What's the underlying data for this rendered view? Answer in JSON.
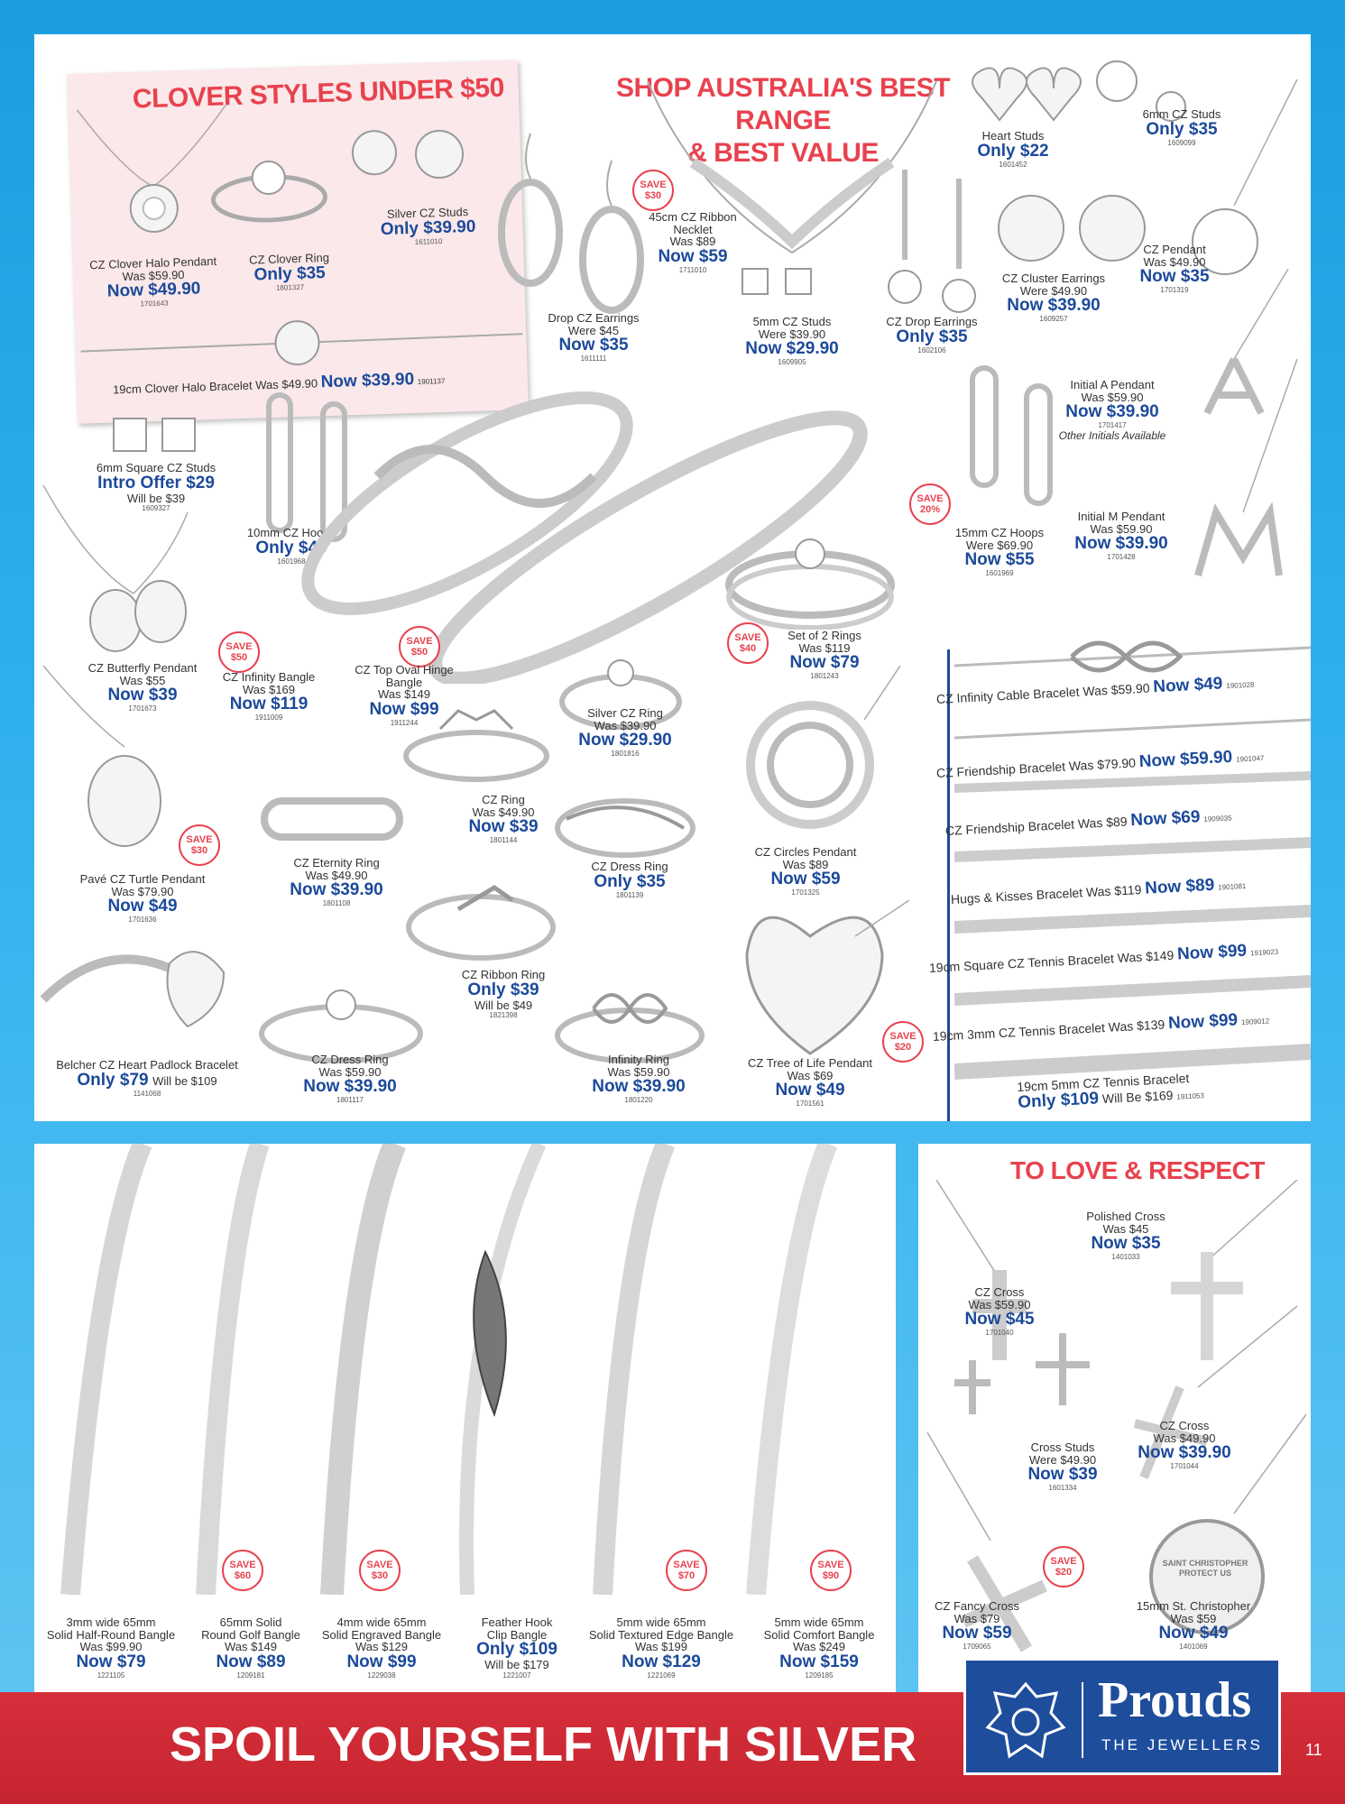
{
  "headline": {
    "line1": "SHOP AUSTRALIA'S BEST RANGE",
    "line2": "& BEST VALUE"
  },
  "clover": {
    "title": "CLOVER STYLES UNDER $50",
    "items": [
      {
        "name": "CZ Clover Halo Pendant",
        "was": "Was $59.90",
        "price": "Now $49.90",
        "sku": "1701643"
      },
      {
        "name": "CZ Clover Ring",
        "price": "Only $35",
        "sku": "1801327"
      },
      {
        "name": "Silver CZ Studs",
        "price": "Only $39.90",
        "sku": "1611010"
      }
    ],
    "bracelet": {
      "name": "19cm Clover Halo Bracelet Was $49.90",
      "price": "Now $39.90",
      "sku": "1901137"
    }
  },
  "items": {
    "heart_studs": {
      "name": "Heart Studs",
      "price": "Only $22",
      "sku": "1601452"
    },
    "cz_studs_6mm": {
      "name": "6mm CZ Studs",
      "price": "Only $35",
      "sku": "1609099"
    },
    "drop_cz_earrings": {
      "name": "Drop CZ Earrings",
      "was": "Were $45",
      "price": "Now $35",
      "sku": "1611111"
    },
    "ribbon_necklet": {
      "name": "45cm CZ Ribbon Necklet",
      "was": "Was $89",
      "price": "Now $59",
      "sku": "1711010"
    },
    "studs_5mm": {
      "name": "5mm CZ Studs",
      "was": "Were $39.90",
      "price": "Now $29.90",
      "sku": "1609905"
    },
    "cz_drop_earrings": {
      "name": "CZ Drop Earrings",
      "price": "Only $35",
      "sku": "1602106"
    },
    "cluster_earrings": {
      "name": "CZ Cluster Earrings",
      "was": "Were $49.90",
      "price": "Now $39.90",
      "sku": "1609257"
    },
    "cz_pendant": {
      "name": "CZ Pendant",
      "was": "Was $49.90",
      "price": "Now $35",
      "sku": "1701319"
    },
    "initial_a": {
      "name": "Initial A Pendant",
      "was": "Was $59.90",
      "price": "Now $39.90",
      "sku": "1701417",
      "note": "Other Initials Available"
    },
    "square_studs": {
      "name": "6mm Square CZ Studs",
      "price": "Intro Offer $29",
      "will": "Will be $39",
      "sku": "1609327"
    },
    "hoops_10mm": {
      "name": "10mm CZ Hoops",
      "price": "Only $40",
      "sku": "1601968"
    },
    "hoops_15mm": {
      "name": "15mm CZ Hoops",
      "was": "Were $69.90",
      "price": "Now $55",
      "sku": "1601969"
    },
    "initial_m": {
      "name": "Initial M Pendant",
      "was": "Was $59.90",
      "price": "Now $39.90",
      "sku": "1701428"
    },
    "butterfly": {
      "name": "CZ Butterfly Pendant",
      "was": "Was $55",
      "price": "Now $39",
      "sku": "1701673"
    },
    "infinity_bangle": {
      "name": "CZ Infinity Bangle",
      "was": "Was $169",
      "price": "Now $119",
      "sku": "1911009"
    },
    "oval_bangle": {
      "name": "CZ Top Oval Hinge Bangle",
      "was": "Was $149",
      "price": "Now $99",
      "sku": "1911244"
    },
    "silver_cz_ring": {
      "name": "Silver CZ Ring",
      "was": "Was $39.90",
      "price": "Now $29.90",
      "sku": "1801816"
    },
    "set_rings": {
      "name": "Set of 2 Rings",
      "was": "Was $119",
      "price": "Now $79",
      "sku": "1801243"
    },
    "turtle": {
      "name": "Pavé CZ Turtle Pendant",
      "was": "Was $79.90",
      "price": "Now $49",
      "sku": "1701636"
    },
    "eternity_ring": {
      "name": "CZ Eternity Ring",
      "was": "Was $49.90",
      "price": "Now $39.90",
      "sku": "1801108"
    },
    "cz_ring": {
      "name": "CZ Ring",
      "was": "Was $49.90",
      "price": "Now $39",
      "sku": "1801144"
    },
    "dress_ring_1": {
      "name": "CZ Dress Ring",
      "price": "Only $35",
      "sku": "1801139"
    },
    "circles_pendant": {
      "name": "CZ Circles Pendant",
      "was": "Was $89",
      "price": "Now $59",
      "sku": "1701325"
    },
    "ribbon_ring": {
      "name": "CZ Ribbon Ring",
      "price": "Only $39",
      "will": "Will be $49",
      "sku": "1821398"
    },
    "belcher": {
      "name": "Belcher CZ Heart Padlock Bracelet",
      "price": "Only $79",
      "will": "Will be $109",
      "sku": "1141068"
    },
    "dress_ring_2": {
      "name": "CZ Dress Ring",
      "was": "Was $59.90",
      "price": "Now $39.90",
      "sku": "1801117"
    },
    "infinity_ring": {
      "name": "Infinity Ring",
      "was": "Was $59.90",
      "price": "Now $39.90",
      "sku": "1801220"
    },
    "tree_of_life": {
      "name": "CZ Tree of Life Pendant",
      "was": "Was $69",
      "price": "Now $49",
      "sku": "1701561"
    }
  },
  "saves": {
    "necklet": "SAVE $30",
    "hoops": "SAVE 20%",
    "infinity_bangle": "SAVE $50",
    "oval_bangle": "SAVE $50",
    "set_rings": "SAVE $40",
    "turtle": "SAVE $30",
    "tree": "SAVE $20"
  },
  "bracelets": [
    {
      "name": "CZ Infinity Cable Bracelet Was $59.90",
      "price": "Now $49",
      "sku": "1901028"
    },
    {
      "name": "CZ Friendship Bracelet Was $79.90",
      "price": "Now $59.90",
      "sku": "1901047"
    },
    {
      "name": "CZ Friendship Bracelet Was $89",
      "price": "Now $69",
      "sku": "1909035"
    },
    {
      "name": "Hugs & Kisses Bracelet Was $119",
      "price": "Now $89",
      "sku": "1901081"
    },
    {
      "name": "19cm Square CZ Tennis Bracelet Was $149",
      "price": "Now $99",
      "sku": "1919023"
    },
    {
      "name": "19cm 3mm CZ Tennis Bracelet Was $139",
      "price": "Now $99",
      "sku": "1909012"
    },
    {
      "name": "19cm 5mm CZ Tennis Bracelet",
      "price": "Only $109",
      "will": "Will Be $169",
      "sku": "1911053"
    }
  ],
  "bangles": [
    {
      "name1": "3mm wide 65mm",
      "name2": "Solid Half-Round Bangle",
      "was": "Was $99.90",
      "price": "Now $79",
      "sku": "1221105"
    },
    {
      "name1": "65mm Solid",
      "name2": "Round Golf Bangle",
      "was": "Was $149",
      "price": "Now $89",
      "sku": "1209181",
      "save": "SAVE $60"
    },
    {
      "name1": "4mm wide 65mm",
      "name2": "Solid Engraved Bangle",
      "was": "Was $129",
      "price": "Now $99",
      "sku": "1229038",
      "save": "SAVE $30"
    },
    {
      "name1": "Feather Hook",
      "name2": "Clip Bangle",
      "price": "Only $109",
      "will": "Will be $179",
      "sku": "1221007"
    },
    {
      "name1": "5mm wide 65mm",
      "name2": "Solid Textured Edge Bangle",
      "was": "Was $199",
      "price": "Now $129",
      "sku": "1221069",
      "save": "SAVE $70"
    },
    {
      "name1": "5mm wide 65mm",
      "name2": "Solid Comfort Bangle",
      "was": "Was $249",
      "price": "Now $159",
      "sku": "1209185",
      "save": "SAVE $90"
    }
  ],
  "love": {
    "title": "TO LOVE & RESPECT",
    "polished_cross": {
      "name": "Polished Cross",
      "was": "Was $45",
      "price": "Now $35",
      "sku": "1401033"
    },
    "cz_cross_1": {
      "name": "CZ Cross",
      "was": "Was $59.90",
      "price": "Now $45",
      "sku": "1701040"
    },
    "cross_studs": {
      "name": "Cross Studs",
      "was": "Were $49.90",
      "price": "Now $39",
      "sku": "1601334"
    },
    "cz_cross_2": {
      "name": "CZ Cross",
      "was": "Was $49.90",
      "price": "Now $39.90",
      "sku": "1701044"
    },
    "fancy_cross": {
      "name": "CZ Fancy Cross",
      "was": "Was $79",
      "price": "Now $59",
      "sku": "1709065"
    },
    "st_christopher": {
      "name": "15mm St. Christopher",
      "was": "Was $59",
      "price": "Now $49",
      "sku": "1401069"
    },
    "save": "SAVE $20",
    "medal_text": "SAINT CHRISTOPHER PROTECT US"
  },
  "banner": {
    "text": "SPOIL YOURSELF WITH SILVER"
  },
  "logo": {
    "name": "Prouds",
    "sub": "THE JEWELLERS"
  },
  "page_number": "11",
  "colors": {
    "accent_red": "#e8424e",
    "price_blue": "#1c4a9a",
    "banner_red": "#d62f3c",
    "logo_blue": "#1e4d9c",
    "sky": "#2fb0ee"
  }
}
